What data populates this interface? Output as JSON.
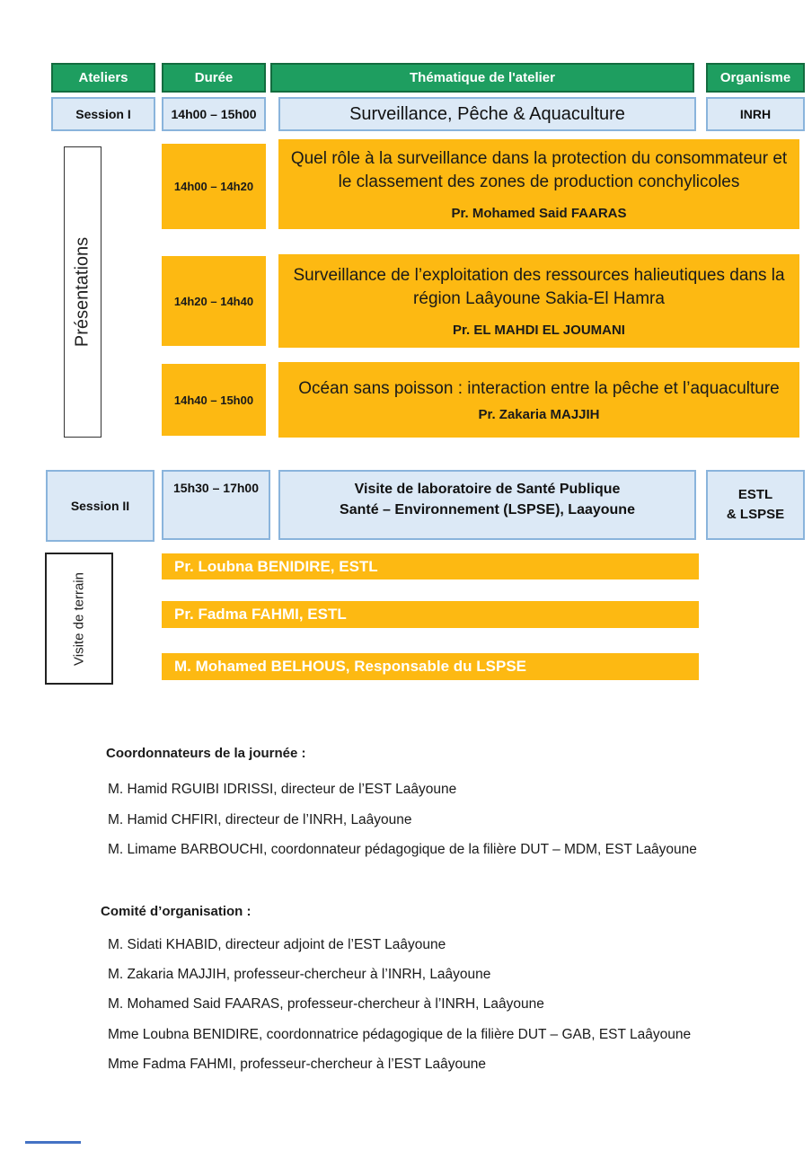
{
  "table": {
    "headers": {
      "ateliers": "Ateliers",
      "duree": "Durée",
      "thematique": "Thématique de l'atelier",
      "organisme": "Organisme"
    },
    "session1": {
      "label": "Session I",
      "time": "14h00 – 15h00",
      "theme": "Surveillance, Pêche & Aquaculture",
      "organisme": "INRH"
    },
    "presentations_label": "Présentations",
    "talks": [
      {
        "time": "14h00 – 14h20",
        "title": "Quel rôle à la surveillance dans la protection du consommateur et le classement des zones de production conchylicoles",
        "speaker": "Pr. Mohamed Said FAARAS"
      },
      {
        "time": "14h20 – 14h40",
        "title": "Surveillance de l’exploitation des ressources halieutiques dans la région Laâyoune Sakia-El Hamra",
        "speaker": "Pr. EL MAHDI EL JOUMANI"
      },
      {
        "time": "14h40 – 15h00",
        "title": "Océan sans poisson : interaction entre la pêche et l’aquaculture",
        "speaker": "Pr. Zakaria MAJJIH"
      }
    ],
    "session2": {
      "label": "Session II",
      "time": "15h30 – 17h00",
      "theme_line1": "Visite de laboratoire de Santé Publique",
      "theme_line2": "Santé – Environnement (LSPSE), Laayoune",
      "organisme_line1": "ESTL",
      "organisme_line2": "& LSPSE"
    },
    "terrain_label": "Visite de terrain",
    "terrain_people": [
      "Pr. Loubna BENIDIRE, ESTL",
      "Pr. Fadma FAHMI, ESTL",
      "M. Mohamed BELHOUS, Responsable du LSPSE"
    ]
  },
  "coordinators": {
    "heading": "Coordonnateurs de la journée :",
    "items": [
      "M. Hamid RGUIBI IDRISSI, directeur de l’EST Laâyoune",
      "M. Hamid CHFIRI, directeur de l’INRH, Laâyoune",
      "M. Limame BARBOUCHI, coordonnateur pédagogique de la filière DUT – MDM, EST Laâyoune"
    ]
  },
  "committee": {
    "heading": "Comité d’organisation :",
    "items": [
      "M. Sidati KHABID, directeur adjoint de l’EST Laâyoune",
      "M. Zakaria MAJJIH, professeur-chercheur à l’INRH, Laâyoune",
      "M. Mohamed Said FAARAS, professeur-chercheur à l’INRH, Laâyoune",
      "Mme Loubna BENIDIRE, coordonnatrice pédagogique de la filière DUT – GAB, EST Laâyoune",
      "Mme Fadma FAHMI, professeur-chercheur à l’EST Laâyoune"
    ]
  },
  "colors": {
    "header_green": "#1e9e60",
    "header_green_border": "#136c3f",
    "session_blue": "#dce9f6",
    "session_blue_border": "#8ab4dc",
    "block_yellow": "#fdb912",
    "accent_blue_line": "#4472c4"
  }
}
